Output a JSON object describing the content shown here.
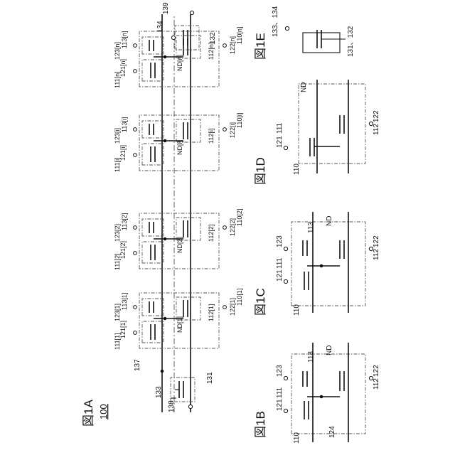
{
  "figures": {
    "fig1a": {
      "title": "図1A",
      "ref": "100",
      "cells": [
        {
          "n110": "110[1]",
          "n111": "111[1]",
          "n112": "112[1]",
          "n113": "113[1]",
          "n121": "121[1]",
          "n122": "122[1]",
          "n123": "123[1]",
          "nd": "ND[1]"
        },
        {
          "n110": "110[2]",
          "n111": "111[2]",
          "n112": "112[2]",
          "n113": "113[2]",
          "n121": "121[2]",
          "n122": "122[2]",
          "n123": "123[2]",
          "nd": "ND[2]"
        },
        {
          "n110": "110[i]",
          "n111": "111[i]",
          "n112": "112[i]",
          "n113": "113[i]",
          "n121": "121[i]",
          "n122": "122[i]",
          "n123": "123[i]",
          "nd": "ND[i]"
        },
        {
          "n110": "110[n]",
          "n111": "111[n]",
          "n112": "112[n]",
          "n113": "113[n]",
          "n121": "121[n]",
          "n122": "122[n]",
          "n123": "123[n]",
          "nd": "ND[n]"
        }
      ],
      "periph": {
        "t131": "131",
        "t133": "133",
        "t138": "138",
        "t137": "137",
        "t132": "132",
        "t134": "134",
        "t139": "139"
      }
    },
    "fig1b": {
      "title": "図1B",
      "l110": "110",
      "l111": "111",
      "l113": "113",
      "l112": "112",
      "l121": "121",
      "l122": "122",
      "l123": "123",
      "l124": "124",
      "nd": "ND"
    },
    "fig1c": {
      "title": "図1C",
      "l110": "110",
      "l111": "111",
      "l113": "113",
      "l112": "112",
      "l121": "121",
      "l122": "122",
      "l123": "123",
      "nd": "ND"
    },
    "fig1d": {
      "title": "図1D",
      "l110": "110",
      "l111": "111",
      "l112": "112",
      "l121": "121",
      "l122": "122",
      "nd": "ND"
    },
    "fig1e": {
      "title": "図1E",
      "l_gate": "133、134",
      "l_tr": "131、132"
    }
  }
}
